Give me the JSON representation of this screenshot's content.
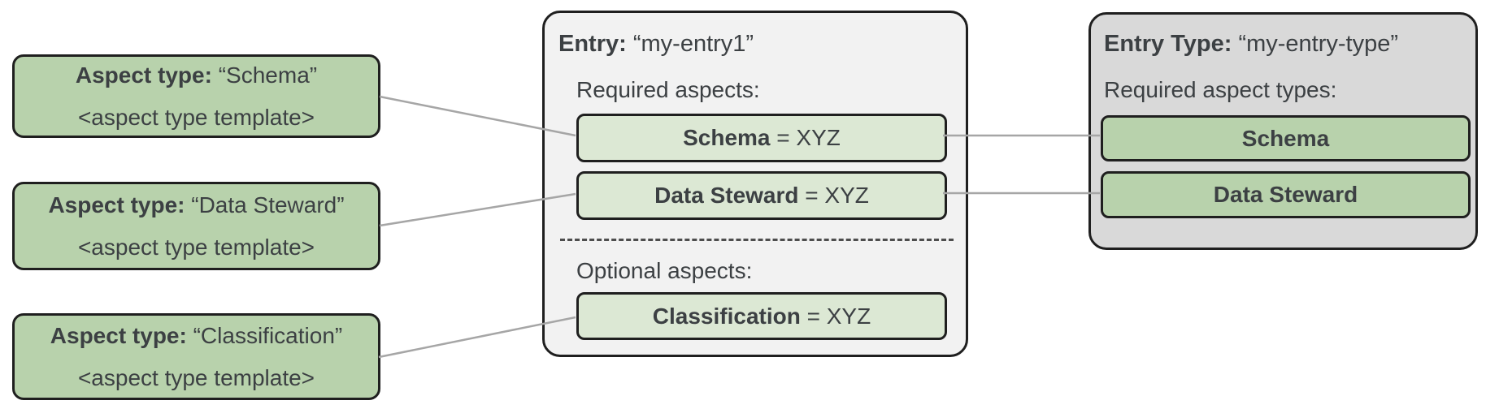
{
  "diagram": {
    "aspect_type_boxes": [
      {
        "label": "Aspect type:",
        "name": "“Schema”",
        "template": "<aspect type template>"
      },
      {
        "label": "Aspect type:",
        "name": "“Data Steward”",
        "template": "<aspect type template>"
      },
      {
        "label": "Aspect type:",
        "name": "“Classification”",
        "template": "<aspect type template>"
      }
    ],
    "entry": {
      "title_label": "Entry:",
      "title_name": "“my-entry1”",
      "required_label": "Required aspects:",
      "required_aspects": [
        {
          "name": "Schema",
          "suffix": " = XYZ"
        },
        {
          "name": "Data Steward",
          "suffix": " = XYZ"
        }
      ],
      "optional_label": "Optional aspects:",
      "optional_aspects": [
        {
          "name": "Classification",
          "suffix": " = XYZ"
        }
      ]
    },
    "entry_type": {
      "title_label": "Entry Type:",
      "title_name": "“my-entry-type”",
      "required_label": "Required aspect types:",
      "required_aspect_types": [
        "Schema",
        "Data Steward"
      ]
    },
    "colors": {
      "aspect_green": "#b8d2ac",
      "aspect_green_light": "#dce8d4",
      "entry_background": "#f2f2f2",
      "entry_type_background": "#d9d9d9",
      "border": "#1f1f1f",
      "text": "#3c4043",
      "connector": "#a6a6a6",
      "dashed_divider": "#4d4d4d"
    }
  }
}
